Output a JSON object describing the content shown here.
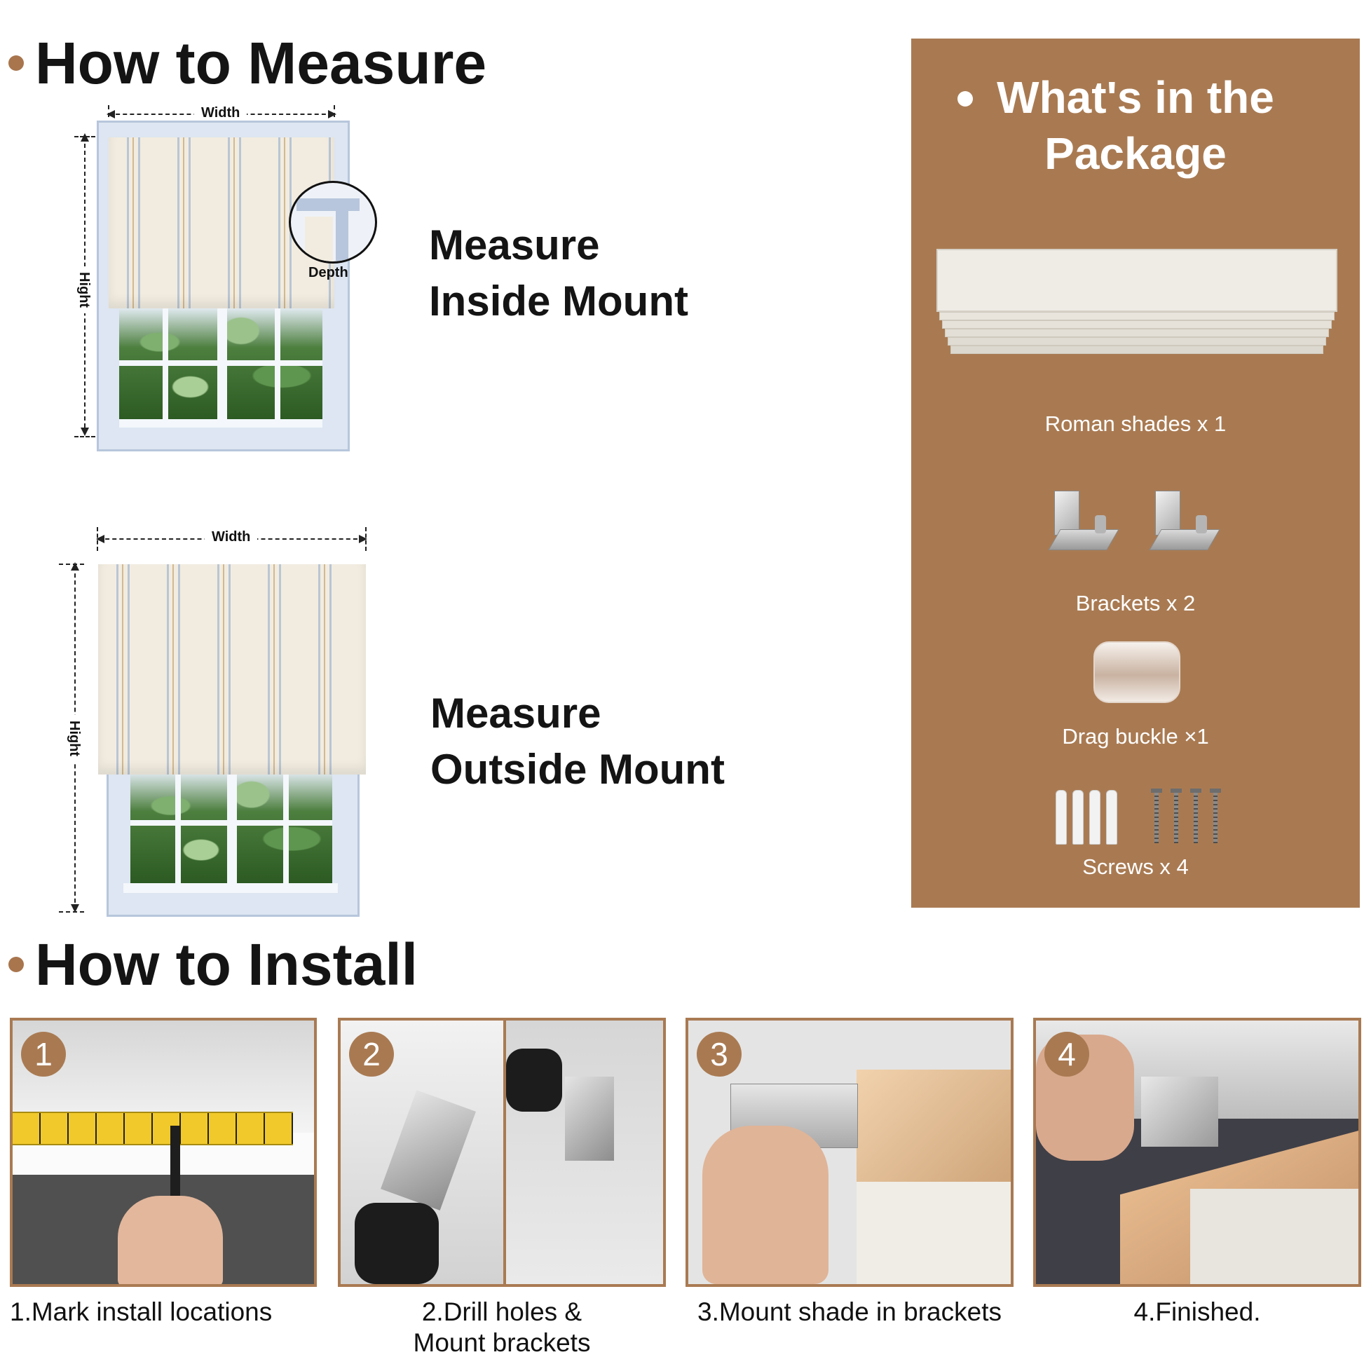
{
  "measure": {
    "heading": "How to Measure",
    "inside": {
      "width_label": "Width",
      "height_label": "Hight",
      "depth_label": "Depth",
      "title_line1": "Measure",
      "title_line2": "Inside Mount"
    },
    "outside": {
      "width_label": "Width",
      "height_label": "Hight",
      "title_line1": "Measure",
      "title_line2": "Outside Mount"
    }
  },
  "package": {
    "title_line1": "What's in the",
    "title_line2": "Package",
    "items": [
      {
        "label": "Roman shades x 1"
      },
      {
        "label": "Brackets x 2"
      },
      {
        "label": "Drag buckle ×1"
      },
      {
        "label": "Screws x 4"
      }
    ]
  },
  "install": {
    "heading": "How to Install",
    "steps": [
      {
        "number": "1",
        "caption": "1.Mark install locations"
      },
      {
        "number": "2",
        "caption_line1": "2.Drill holes &",
        "caption_line2": "Mount brackets"
      },
      {
        "number": "3",
        "caption": "3.Mount shade in brackets"
      },
      {
        "number": "4",
        "caption": "4.Finished."
      }
    ]
  },
  "colors": {
    "accent": "#a97a52",
    "heading_text": "#141414",
    "package_text": "#ffffff"
  }
}
